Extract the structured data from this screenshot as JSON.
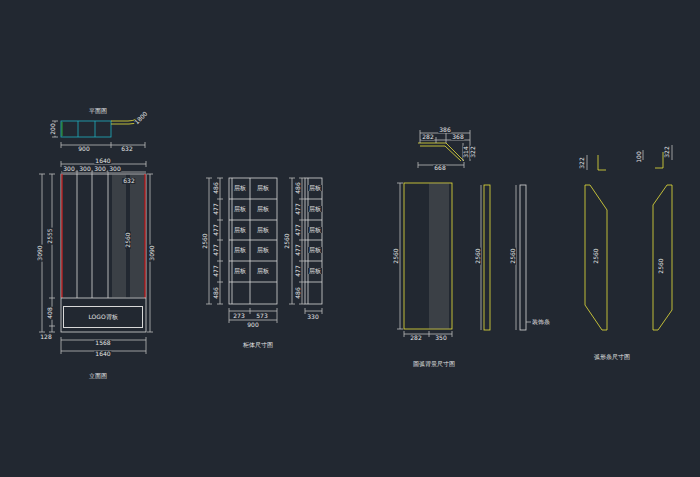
{
  "diagram": {
    "nodes": [
      {
        "text": [
          "LOGO背板"
        ]
      }
    ],
    "labels": [
      "平面图",
      "200",
      "1800",
      "900",
      "632",
      "1640",
      "300",
      "300",
      "300",
      "300",
      "632",
      "3090",
      "2555",
      "408",
      "128",
      "2560",
      "3090",
      "1568",
      "1640",
      "立面图",
      "486",
      "477",
      "477",
      "477",
      "477",
      "486",
      "2560",
      "层板",
      "层板",
      "层板",
      "层板",
      "层板",
      "层板",
      "层板",
      "层板",
      "层板",
      "层板",
      "273",
      "573",
      "900",
      "柜体尺寸图",
      "486",
      "477",
      "477",
      "477",
      "477",
      "486",
      "2560",
      "层板",
      "层板",
      "层板",
      "层板",
      "层板",
      "330",
      "386",
      "282",
      "368",
      "314",
      "322",
      "668",
      "2560",
      "282",
      "350",
      "圆弧背景尺寸图",
      "2560",
      "2560",
      "装饰条",
      "322",
      "100",
      "322",
      "2560",
      "2560",
      "弧形条尺寸图"
    ]
  }
}
